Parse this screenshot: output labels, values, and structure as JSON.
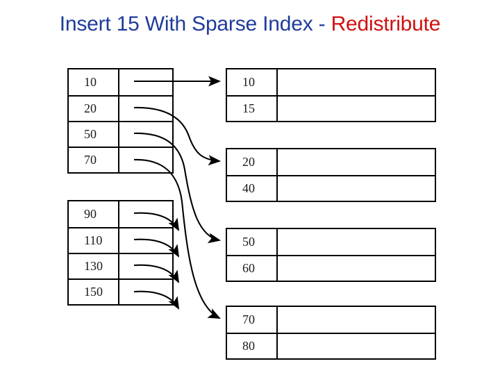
{
  "slide": {
    "title_parts": [
      {
        "text": "Insert 15 With Sparse Index - ",
        "color": "#1F3B9B"
      },
      {
        "text": "Redistribute",
        "color": "#D01010"
      }
    ],
    "title_full": "Insert 15 With Sparse Index - Redistribute",
    "background_color": "#FFFFFF"
  },
  "colors": {
    "title_blue": "#1F3B9B",
    "title_red": "#D01010",
    "line": "#000000",
    "text": "#1A1A1A"
  },
  "diagram": {
    "type": "b-plus-tree-sparse-index",
    "index_blocks": [
      {
        "name": "index-block-1",
        "entries": [
          {
            "key": "10",
            "pointer_target": "data-block-1"
          },
          {
            "key": "20",
            "pointer_target": "data-block-2"
          },
          {
            "key": "50",
            "pointer_target": "data-block-3"
          },
          {
            "key": "70",
            "pointer_target": "data-block-4"
          }
        ]
      },
      {
        "name": "index-block-2",
        "entries": [
          {
            "key": "90",
            "pointer_target": ""
          },
          {
            "key": "110",
            "pointer_target": ""
          },
          {
            "key": "130",
            "pointer_target": ""
          },
          {
            "key": "150",
            "pointer_target": ""
          }
        ]
      }
    ],
    "data_blocks": [
      {
        "name": "data-block-1",
        "records": [
          "10",
          "15"
        ]
      },
      {
        "name": "data-block-2",
        "records": [
          "20",
          "40"
        ]
      },
      {
        "name": "data-block-3",
        "records": [
          "50",
          "60"
        ]
      },
      {
        "name": "data-block-4",
        "records": [
          "70",
          "80"
        ]
      }
    ],
    "pointer_arrows": 8
  }
}
